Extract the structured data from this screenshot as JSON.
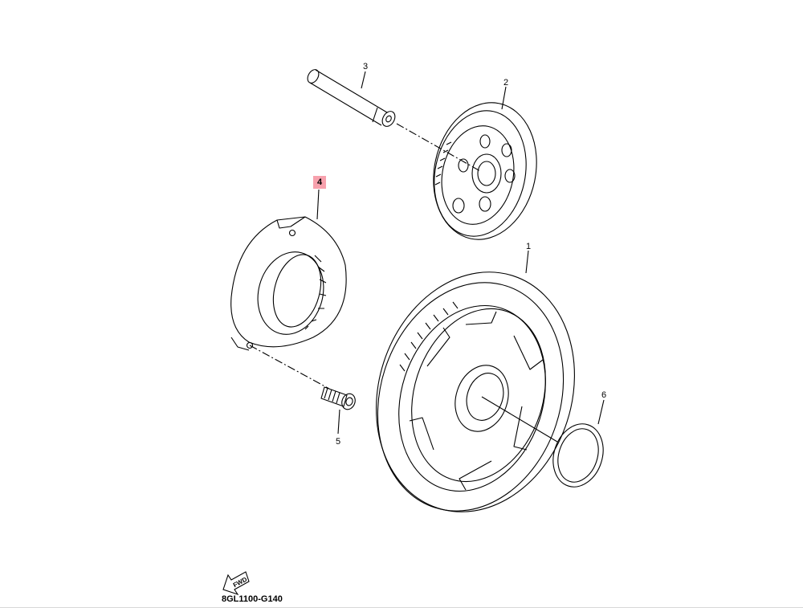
{
  "diagram": {
    "code": "8GL1100-G140",
    "fwd_label": "FWD",
    "highlighted_part": "4",
    "highlight_color": "#f7a1ad",
    "parts": [
      {
        "ref": "1"
      },
      {
        "ref": "2"
      },
      {
        "ref": "3"
      },
      {
        "ref": "4"
      },
      {
        "ref": "5"
      },
      {
        "ref": "6"
      }
    ]
  }
}
